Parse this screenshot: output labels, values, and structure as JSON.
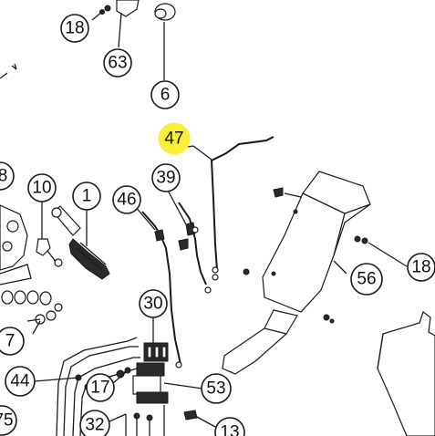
{
  "callouts": {
    "c18_top": "18",
    "c63": "63",
    "c6": "6",
    "c47": "47",
    "c8": "8",
    "c10": "10",
    "c1": "1",
    "c46": "46",
    "c39": "39",
    "c56": "56",
    "c18_right": "18",
    "c30": "30",
    "c7": "7",
    "c44": "44",
    "c17": "17",
    "c53": "53",
    "c75": "75",
    "c32": "32",
    "c13": "13"
  },
  "highlight": {
    "callout": "47",
    "color": "#f7ef3a"
  },
  "colors": {
    "line": "#1a1a1a",
    "background": "#ffffff"
  }
}
